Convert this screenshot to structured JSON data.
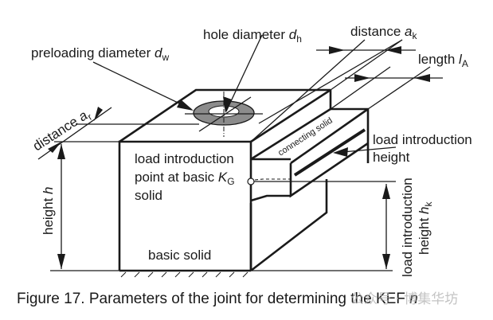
{
  "figure": {
    "caption": "Figure 17. Parameters of the joint for determining the KEF ",
    "caption_var": "n",
    "watermark": "公众号 · 博集华坊"
  },
  "labels": {
    "hole_diameter": {
      "text": "hole diameter ",
      "var": "d",
      "sub": "h"
    },
    "preloading_diameter": {
      "text": "preloading diameter ",
      "var": "d",
      "sub": "w"
    },
    "distance_ak": {
      "text": "distance ",
      "var": "a",
      "sub": "k"
    },
    "length_la": {
      "text": "length ",
      "var": "l",
      "sub": "A"
    },
    "distance_ar": {
      "text": "distance ",
      "var": "a",
      "sub": "r"
    },
    "connecting_solid": "connecting solid",
    "load_intro_height_line1": "load introduction",
    "load_intro_height_line2": "height",
    "load_intro_point_line1": "load introduction",
    "load_intro_point_line2": "point at basic ",
    "load_intro_point_var": "K",
    "load_intro_point_sub": "G",
    "load_intro_point_line3": "solid",
    "height_h": {
      "text": "height ",
      "var": "h"
    },
    "hk_line1": "load introduction",
    "hk_line2": {
      "text": "height ",
      "var": "h",
      "sub": "k"
    },
    "basic_solid": "basic solid"
  }
}
